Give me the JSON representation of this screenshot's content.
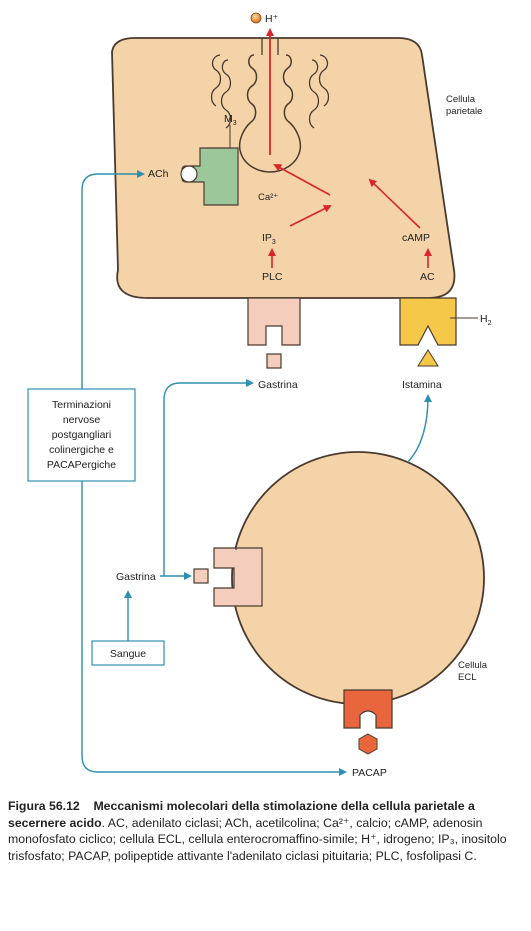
{
  "labels": {
    "h_plus": "H⁺",
    "cellula_parietale_l1": "Cellula",
    "cellula_parietale_l2": "parietale",
    "m3_main": "M",
    "m3_sub": "3",
    "ach": "ACh",
    "ca": "Ca²⁺",
    "ip_main": "IP",
    "ip_sub": "3",
    "camp": "cAMP",
    "plc": "PLC",
    "ac": "AC",
    "h2_main": "H",
    "h2_sub": "2",
    "gastrina_top": "Gastrina",
    "istamina": "Istamina",
    "terminazioni_lines": [
      "Terminazioni",
      "nervose",
      "postgangliari",
      "colinergiche e",
      "PACAPergiche"
    ],
    "gastrina_left": "Gastrina",
    "sangue": "Sangue",
    "cellula_ecl_l1": "Cellula",
    "cellula_ecl_l2": "ECL",
    "pacap": "PACAP"
  },
  "caption": {
    "figure_number": "Figura 56.12",
    "title": "Meccanismi molecolari della stimolazione della cellula parietale a secernere acido",
    "body": ". AC, adenilato ciclasi; ACh, acetilcolina; Ca²⁺, calcio; cAMP, adenosin monofosfato ciclico; cellula ECL, cellula enterocromaffino-simile; H⁺, idrogeno; IP₃, inositolo trisfosfato; PACAP, polipeptide attivante l'adenilato ciclasi pituitaria; PLC, fosfolipasi C."
  },
  "colors": {
    "cell_fill": "#f4d3a8",
    "cell_stroke": "#4a3a2e",
    "m3_receptor": "#9cc79a",
    "gastrin_receptor": "#f4cdbd",
    "h2_receptor": "#f5c84a",
    "pacap_receptor": "#e8653e",
    "arrow_red": "#d8262a",
    "arrow_teal": "#2e8fb0",
    "proton": "#e88a2a"
  }
}
